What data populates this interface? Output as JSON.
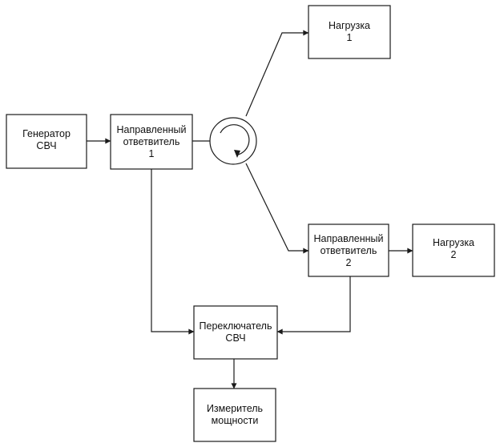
{
  "blocks": {
    "generator": {
      "line1": "Генератор",
      "line2": "СВЧ"
    },
    "coupler1": {
      "line1": "Направленный",
      "line2": "ответвитель",
      "line3": "1"
    },
    "load1": {
      "line1": "Нагрузка",
      "line2": "1"
    },
    "coupler2": {
      "line1": "Направленный",
      "line2": "ответвитель",
      "line3": "2"
    },
    "load2": {
      "line1": "Нагрузка",
      "line2": "2"
    },
    "switch": {
      "line1": "Переключатель",
      "line2": "СВЧ"
    },
    "meter": {
      "line1": "Измеритель",
      "line2": "мощности"
    }
  },
  "colors": {
    "stroke": "#1a1a1a",
    "background": "#ffffff",
    "text": "#111111"
  }
}
